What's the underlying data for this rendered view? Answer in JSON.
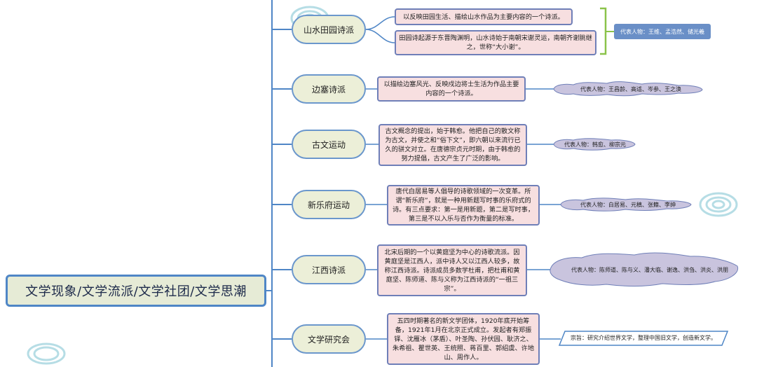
{
  "root": {
    "label": "文学现象/文学流派/文学社团/文学思潮"
  },
  "branches": [
    {
      "name": "山水田园诗派",
      "descriptions": [
        "以反映田园生活、描绘山水作品为主要内容的一个诗派。",
        "田园诗起源于东晋陶渊明，山水诗始于南朝宋谢灵运，南朝齐谢朓继之，世称“大小谢”。"
      ],
      "representative": "代表人物：王维、孟浩然、储光羲"
    },
    {
      "name": "边塞诗派",
      "descriptions": [
        "以描绘边塞风光、反映戍边将士生活为作品主要内容的一个诗派。"
      ],
      "representative": "代表人物：王昌龄、高适、岑参、王之涣"
    },
    {
      "name": "古文运动",
      "descriptions": [
        "古文概念的提出，始于韩愈。他把自己的散文称为古文，并使之和“俗下文”，即六朝以来流行已久的骈文对立。在唐德宗贞元时期，由于韩愈的努力提倡，古文产生了广泛的影响。"
      ],
      "representative": "代表人物：韩愈、柳宗元"
    },
    {
      "name": "新乐府运动",
      "descriptions": [
        "唐代白居易等人倡导的诗歌领域的一次变革。所谓“新乐府”，就是一种用新题写时事的乐府式的诗。有三点要求：第一是用新题，第二是写时事，第三是不以入乐与否作为衡量的标准。"
      ],
      "representative": "代表人物：白居易、元稹、张籍、李绅"
    },
    {
      "name": "江西诗派",
      "descriptions": [
        "北宋后期的一个以黄庭坚为中心的诗歌流派。因黄庭坚是江西人，派中诗人又以江西人较多，故称江西诗派。诗派成员多数学杜甫，把杜甫和黄庭坚、陈师道、陈与义称为江西诗派的“一祖三宗”。"
      ],
      "representative": "代表人物：陈师道、陈与义、潘大临、谢逸、洪刍、洪炎、洪朋"
    },
    {
      "name": "文学研究会",
      "descriptions": [
        "五四时期著名的新文学团体，1920年底开始筹备，1921年1月在北京正式成立。发起者有郑振铎、沈雁冰（茅盾）、叶圣陶、孙伏园、耿济之、朱希祖、瞿世英、王统照、蒋百里、郭绍虞、许地山、周作人。"
      ],
      "representative": "宗旨：研究介绍世界文学，整理中国旧文学，创造新文学。"
    }
  ],
  "colors": {
    "branch_line": "#4f86c6",
    "root_fill": "#e6ebd6",
    "pill_fill": "#ecefd8",
    "desc_fill": "#f7dfe0",
    "cloud_fill": "#c9c4de",
    "bracket": "#8bc34a",
    "rep_box": "#6a8fc7"
  }
}
